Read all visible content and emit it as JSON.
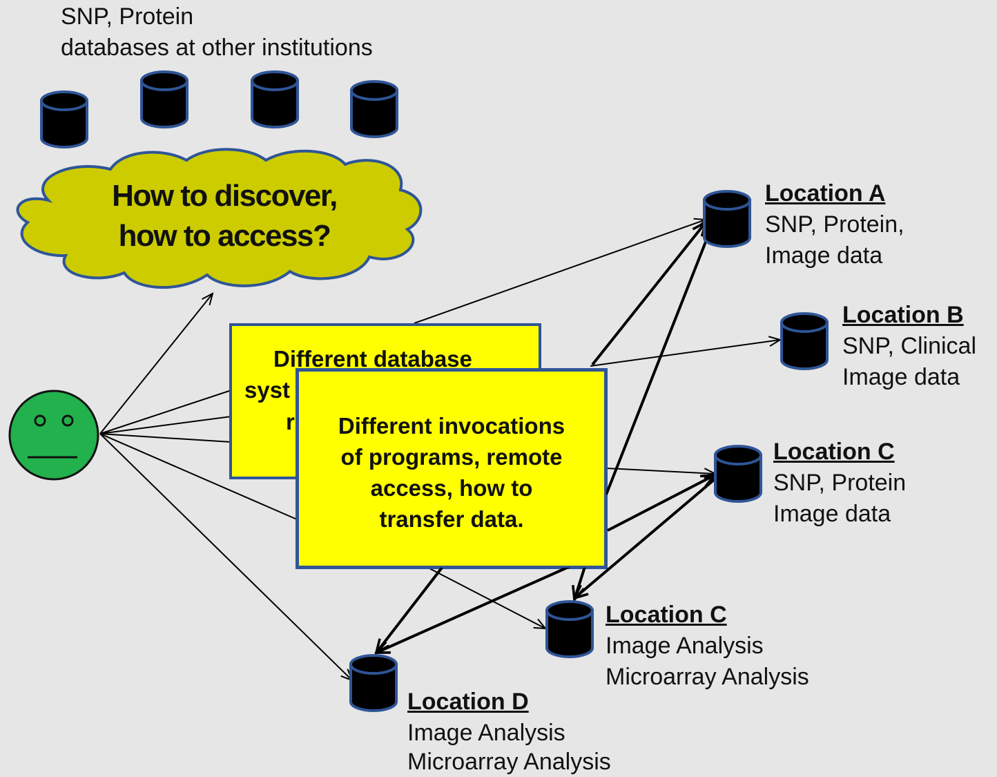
{
  "header": {
    "line1": "SNP, Protein",
    "line2": "databases at other institutions"
  },
  "cloud": {
    "line1": "How to discover,",
    "line2": "how to access?"
  },
  "box_back": {
    "line1": "Different database",
    "line2": "syst",
    "line3": "r"
  },
  "box_front": {
    "line1": "Different invocations",
    "line2": "of programs, remote",
    "line3": "access, how to",
    "line4": "transfer data."
  },
  "locations": [
    {
      "title": "Location A",
      "line1": "SNP, Protein,",
      "line2": "Image data"
    },
    {
      "title": "Location B",
      "line1": "SNP, Clinical",
      "line2": "Image data"
    },
    {
      "title": "Location C",
      "line1": "SNP, Protein",
      "line2": "Image data"
    },
    {
      "title": "Location C",
      "line1": "Image Analysis",
      "line2": "Microarray Analysis"
    },
    {
      "title": "Location D",
      "line1": "Image Analysis",
      "line2": "Microarray Analysis"
    }
  ],
  "icons": {
    "database": "database-cylinder-icon",
    "user": "neutral-face-icon"
  },
  "colors": {
    "background": "#e6e6e6",
    "box_fill": "#ffff00",
    "box_border": "#2f5597",
    "cloud_fill": "#cccc00",
    "face_fill": "#22b14c",
    "database_fill": "#000000",
    "database_stroke": "#2f5597"
  }
}
